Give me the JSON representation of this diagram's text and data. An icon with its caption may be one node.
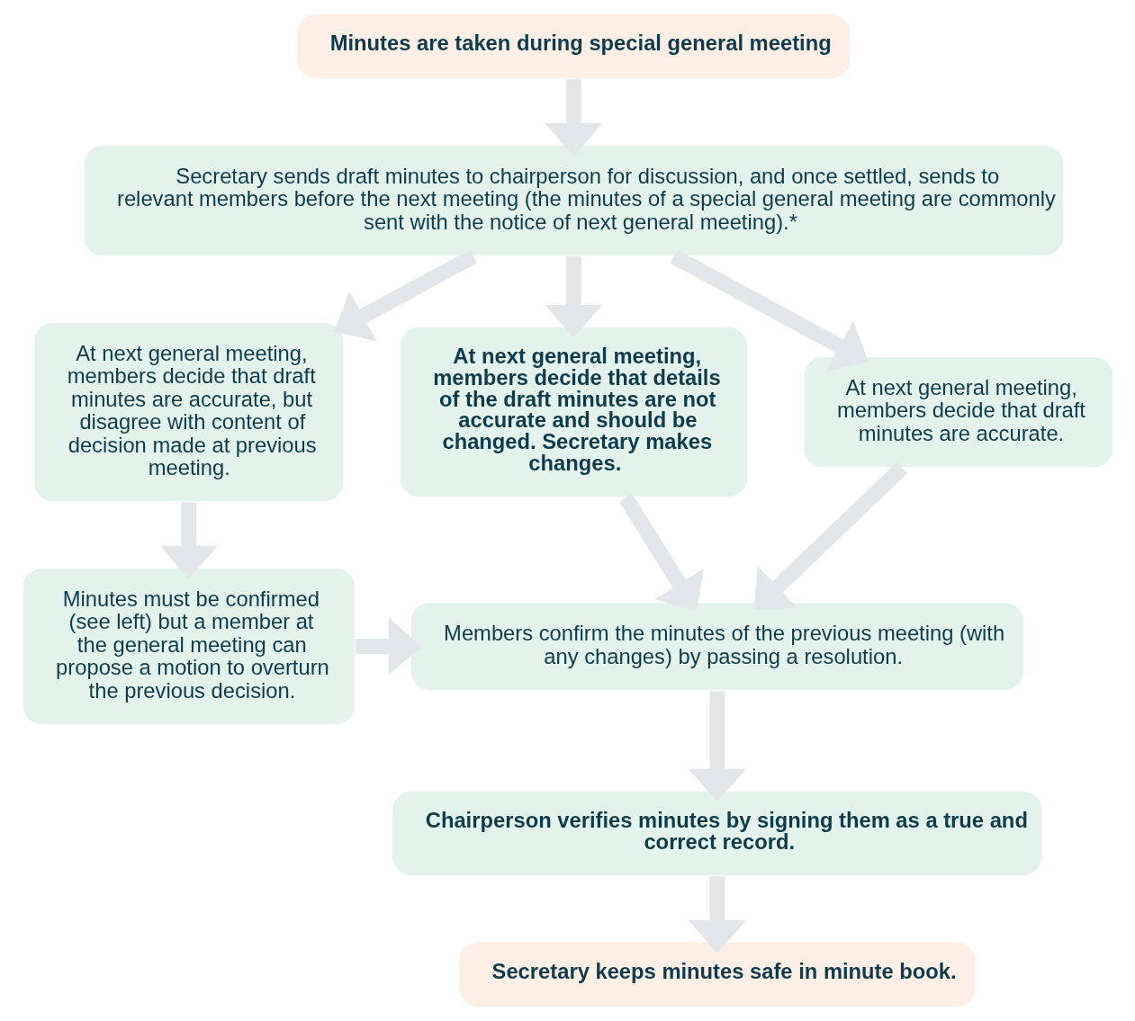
{
  "diagram": {
    "nodes": [
      {
        "text": [
          "Minutes are taken during special general meeting"
        ]
      },
      {
        "text": [
          "Secretary sends draft minutes to chairperson for discussion, and once settled, sends to relevant members before the next meeting (the minutes of a special general meeting are commonly sent with the notice of next general meeting).*"
        ]
      },
      {
        "text": [
          "At next general meeting, members decide that details of the draft minutes are not accurate and should be changed. Secretary makes changes."
        ]
      },
      {
        "text": [
          "At next general meeting, members decide that draft minutes are accurate."
        ]
      },
      {
        "text": [
          "At next general meeting, members decide that draft minutes are accurate, but disagree with content of decision made at previous meeting."
        ]
      },
      {
        "text": [
          "Minutes must be confirmed (see left) but a member at the general meeting can propose a motion to overturn the previous decision."
        ]
      },
      {
        "text": [
          "Members confirm the minutes of the previous meeting (with any changes) by passing a resolution."
        ]
      },
      {
        "text": [
          "Chairperson verifies minutes by signing them as a true and correct record."
        ]
      },
      {
        "text": [
          "Secretary keeps minutes safe in minute book."
        ]
      }
    ],
    "edges": [
      {
        "from": 0,
        "to": 1,
        "arrow": "to"
      },
      {
        "from": 1,
        "to": 2,
        "arrow": "to"
      },
      {
        "from": 1,
        "to": 3,
        "arrow": "to"
      },
      {
        "from": 1,
        "to": 4,
        "arrow": "to"
      },
      {
        "from": 4,
        "to": 5,
        "arrow": "to"
      },
      {
        "from": 2,
        "to": 6,
        "arrow": "to"
      },
      {
        "from": 3,
        "to": 6,
        "arrow": "to"
      },
      {
        "from": 5,
        "to": 6,
        "arrow": "to"
      },
      {
        "from": 6,
        "to": 7,
        "arrow": "to"
      },
      {
        "from": 7,
        "to": 8,
        "arrow": "to"
      }
    ]
  }
}
